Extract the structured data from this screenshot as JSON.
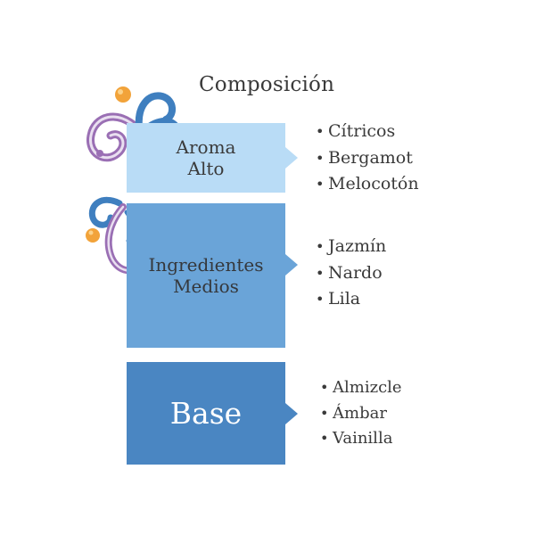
{
  "title": "Composición",
  "tiers": [
    {
      "label_lines": [
        "Aroma",
        "Alto"
      ],
      "color": "#b9dcf6",
      "notes": [
        "Cítricos",
        "Bergamot",
        "Melocotón"
      ]
    },
    {
      "label_lines": [
        "Ingredientes",
        "Medios"
      ],
      "color": "#6aa4d8",
      "notes": [
        "Jazmín",
        "Nardo",
        "Lila"
      ]
    },
    {
      "label_lines": [
        "Base"
      ],
      "color": "#4a86c2",
      "notes": [
        "Almizcle",
        "Ámbar",
        "Vainilla"
      ]
    }
  ],
  "ornament_colors": {
    "purple": "#9a6fb4",
    "blue": "#3f7fbf",
    "orange": "#f2a33a",
    "light": "#e9dff0"
  }
}
